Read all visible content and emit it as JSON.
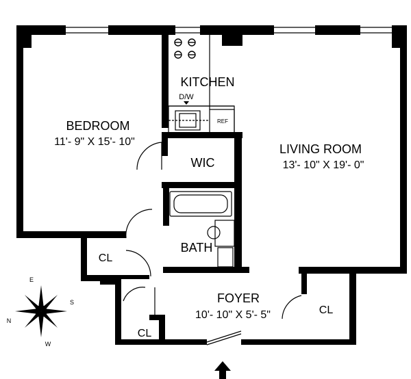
{
  "rooms": {
    "kitchen": {
      "name": "KITCHEN",
      "dw": "D/W",
      "ref": "REF"
    },
    "bedroom": {
      "name": "BEDROOM",
      "dims": "11'- 9\" X 15'- 10\""
    },
    "living": {
      "name": "LIVING ROOM",
      "dims": "13'- 10\" X 19'- 0\""
    },
    "wic": {
      "name": "WIC"
    },
    "bath": {
      "name": "BATH"
    },
    "foyer": {
      "name": "FOYER",
      "dims": "10'- 10\" X 5'- 5\""
    },
    "closet_left": {
      "name": "CL"
    },
    "closet_bottom": {
      "name": "CL"
    },
    "closet_right": {
      "name": "CL"
    }
  },
  "compass": {
    "n": "N",
    "e": "E",
    "s": "S",
    "w": "W"
  },
  "entry": {
    "icon": "entry-arrow-icon"
  },
  "colors": {
    "wall": "#000000",
    "background": "#ffffff"
  }
}
